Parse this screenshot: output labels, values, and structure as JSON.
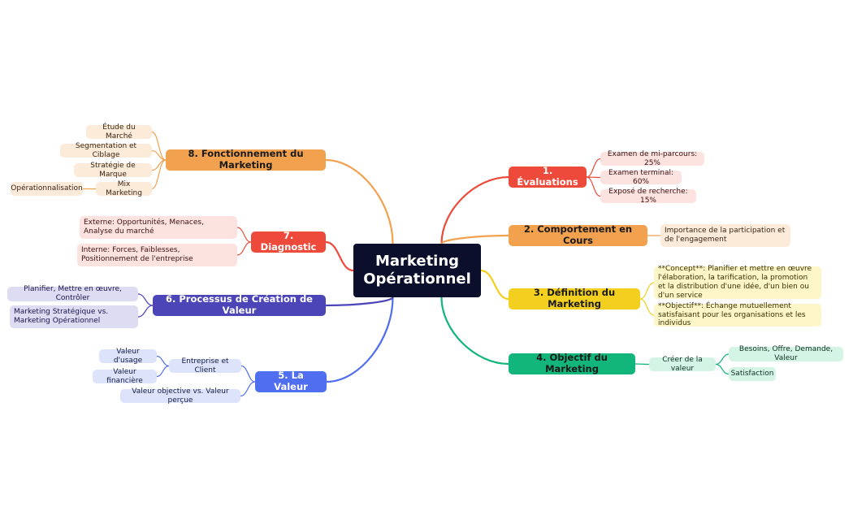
{
  "root": {
    "label": "Marketing\nOpérationnel"
  },
  "branches": [
    {
      "id": "b1",
      "label": "1. Évaluations",
      "color": "#ee4a3b",
      "text": "#ffffff",
      "leafBg": "#fde3e0",
      "leafText": "#3a1010",
      "children": [
        {
          "id": "b1c1",
          "label": "Examen de mi-parcours: 25%"
        },
        {
          "id": "b1c2",
          "label": "Examen terminal: 60%"
        },
        {
          "id": "b1c3",
          "label": "Exposé de recherche: 15%"
        }
      ]
    },
    {
      "id": "b2",
      "label": "2. Comportement en Cours",
      "color": "#f2a14f",
      "text": "#1a1a1a",
      "leafBg": "#fdebd9",
      "leafText": "#3a2410",
      "children": [
        {
          "id": "b2c1",
          "label": "Importance de la participation et de l'engagement"
        }
      ]
    },
    {
      "id": "b3",
      "label": "3. Définition du Marketing",
      "color": "#f3cf1f",
      "text": "#1a1a1a",
      "leafBg": "#fdf6c8",
      "leafText": "#3a3000",
      "children": [
        {
          "id": "b3c1",
          "label": "**Concept**: Planifier et mettre en œuvre l'élaboration, la tarification, la promotion et la distribution d'une idée, d'un bien ou d'un service"
        },
        {
          "id": "b3c2",
          "label": "**Objectif**: Échange mutuellement satisfaisant pour les organisations et les individus"
        }
      ]
    },
    {
      "id": "b4",
      "label": "4. Objectif du Marketing",
      "color": "#12b57a",
      "text": "#1a1a1a",
      "leafBg": "#d4f4e6",
      "leafText": "#0c3024",
      "children": [
        {
          "id": "b4c1",
          "label": "Créer de la valeur",
          "children": [
            {
              "id": "b4c1a",
              "label": "Besoins, Offre, Demande, Valeur"
            },
            {
              "id": "b4c1b",
              "label": "Satisfaction"
            }
          ]
        }
      ]
    },
    {
      "id": "b5",
      "label": "5. La Valeur",
      "color": "#4f6ef0",
      "text": "#ffffff",
      "leafBg": "#dde3fb",
      "leafText": "#121c44",
      "children": [
        {
          "id": "b5c1",
          "label": "Entreprise et Client",
          "children": [
            {
              "id": "b5c1a",
              "label": "Valeur d'usage"
            },
            {
              "id": "b5c1b",
              "label": "Valeur financière"
            }
          ]
        },
        {
          "id": "b5c2",
          "label": "Valeur objective vs. Valeur perçue"
        }
      ]
    },
    {
      "id": "b6",
      "label": "6. Processus de Création de Valeur",
      "color": "#4b45b8",
      "text": "#ffffff",
      "leafBg": "#dddcf3",
      "leafText": "#17144a",
      "children": [
        {
          "id": "b6c1",
          "label": "Planifier, Mettre en œuvre, Contrôler"
        },
        {
          "id": "b6c2",
          "label": "Marketing Stratégique vs. Marketing Opérationnel"
        }
      ]
    },
    {
      "id": "b7",
      "label": "7. Diagnostic",
      "color": "#ee4a3b",
      "text": "#ffffff",
      "leafBg": "#fde3e0",
      "leafText": "#3a1010",
      "children": [
        {
          "id": "b7c1",
          "label": "Externe: Opportunités, Menaces, Analyse du marché"
        },
        {
          "id": "b7c2",
          "label": "Interne: Forces, Faiblesses, Positionnement de l'entreprise"
        }
      ]
    },
    {
      "id": "b8",
      "label": "8. Fonctionnement du Marketing",
      "color": "#f2a14f",
      "text": "#1a1a1a",
      "leafBg": "#fdebd9",
      "leafText": "#3a2410",
      "children": [
        {
          "id": "b8c1",
          "label": "Étude du Marché"
        },
        {
          "id": "b8c2",
          "label": "Segmentation et Ciblage"
        },
        {
          "id": "b8c3",
          "label": "Stratégie de Marque"
        },
        {
          "id": "b8c4",
          "label": "Mix Marketing",
          "children": [
            {
              "id": "b8c4a",
              "label": "Opérationnalisation"
            }
          ]
        }
      ]
    }
  ]
}
